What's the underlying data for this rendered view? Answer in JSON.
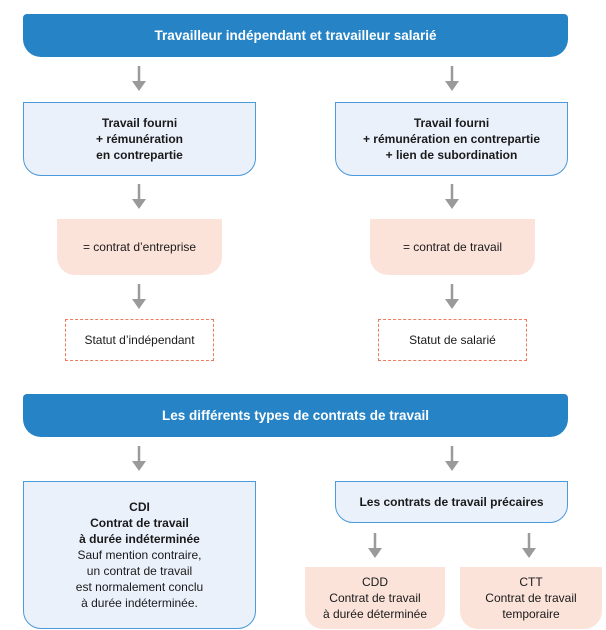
{
  "colors": {
    "header": "#2583c6",
    "blue_box_fill": "#ebf1fb",
    "blue_box_border": "#4b9ad9",
    "peach": "#fbe3da",
    "dashed": "#ef7a5d",
    "arrow": "#9a9a9a"
  },
  "section1": {
    "title": "Travailleur indépendant et travailleur salarié",
    "left": {
      "box_lines": [
        "Travail fourni",
        "+ rémunération",
        "en contrepartie"
      ],
      "contract": "= contrat d’entreprise",
      "status": "Statut d’indépendant"
    },
    "right": {
      "box_lines": [
        "Travail fourni",
        "+ rémunération en contrepartie",
        "+ lien de subordination"
      ],
      "contract": "= contrat de travail",
      "status": "Statut de salarié"
    }
  },
  "section2": {
    "title": "Les différents types de contrats de travail",
    "cdi": {
      "bold_lines": [
        "CDI",
        "Contrat de travail",
        "à durée indéterminée"
      ],
      "lines": [
        "Sauf mention contraire,",
        "un contrat de travail",
        "est normalement conclu",
        "à durée indéterminée."
      ]
    },
    "precaires": "Les contrats de travail précaires",
    "cdd": [
      "CDD",
      "Contrat de travail",
      "à durée déterminée"
    ],
    "ctt": [
      "CTT",
      "Contrat de travail",
      "temporaire"
    ]
  }
}
